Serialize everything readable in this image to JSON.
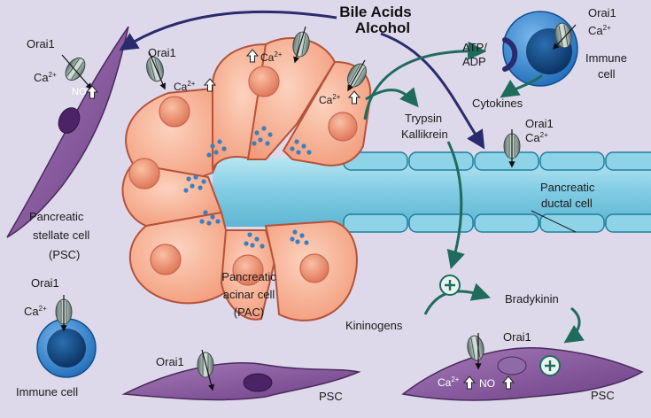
{
  "colors": {
    "background": "#ddd9ea",
    "acinar_fill": "#f5a98a",
    "acinar_stroke": "#b5523a",
    "duct_fill": "#8fd3e8",
    "duct_stroke": "#1f7f9c",
    "stellate_fill": "#8a5a9e",
    "stellate_stroke": "#4a2a5c",
    "immune_outer": "#3a8ad0",
    "immune_inner": "#0d3f7a",
    "arrow_navy": "#2a2a6e",
    "arrow_teal": "#1f6b5e",
    "granule": "#3a7fc0"
  },
  "labels": {
    "bile_acids": "Bile Acids",
    "alcohol": "Alcohol",
    "orai1": "Orai1",
    "ca": "Ca",
    "ca_sup": "2+",
    "no": "NO",
    "atp_line1": "ATP/",
    "atp_line2": "ADP",
    "immune_cell_line1": "Immune",
    "immune_cell_line2": "cell",
    "cytokines": "Cytokines",
    "trypsin": "Trypsin",
    "kallikrein": "Kallikrein",
    "pancreatic_ductal_line1": "Pancreatic",
    "pancreatic_ductal_line2": "ductal cell",
    "psc_line1": "Pancreatic",
    "psc_line2": "stellate cell",
    "psc_line3": "(PSC)",
    "pac_line1": "Pancreatic",
    "pac_line2": "acinar cell",
    "pac_line3": "(PAC)",
    "bradykinin": "Bradykinin",
    "kininogens": "Kininogens",
    "immune_cell_bottom": "Immune cell",
    "psc_bottom_center": "PSC",
    "psc_bottom_right": "PSC"
  },
  "icons": [
    "orai1-channel-icon",
    "plus-circle-icon",
    "up-arrow-icon",
    "atp-receptor-icon"
  ]
}
